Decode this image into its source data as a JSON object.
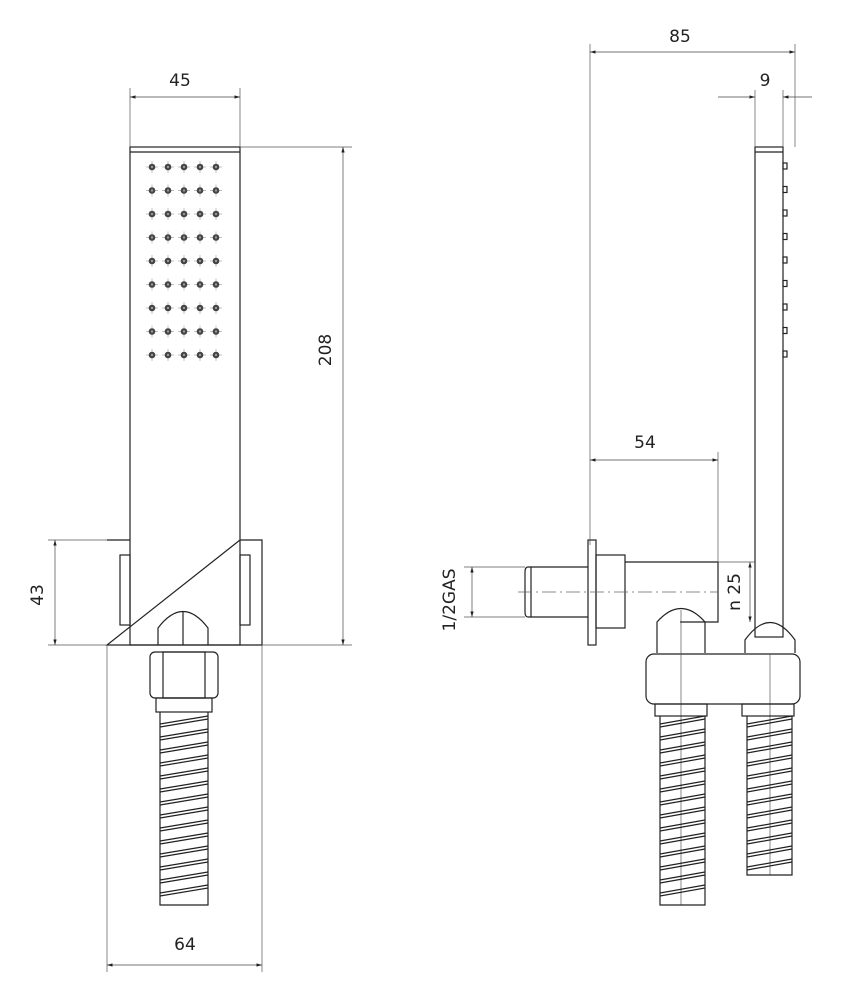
{
  "drawing": {
    "front_view": {
      "width_label": "45",
      "length_label": "208",
      "bracket_height_label": "43",
      "bracket_width_label": "64",
      "nozzle_grid": {
        "columns": 5,
        "rows": 9
      }
    },
    "side_view": {
      "depth_label": "85",
      "thickness_label": "9",
      "outlet_projection_label": "54",
      "thread_label": "1/2GAS",
      "diameter_label": "n 25"
    },
    "line_color": "#222222"
  }
}
